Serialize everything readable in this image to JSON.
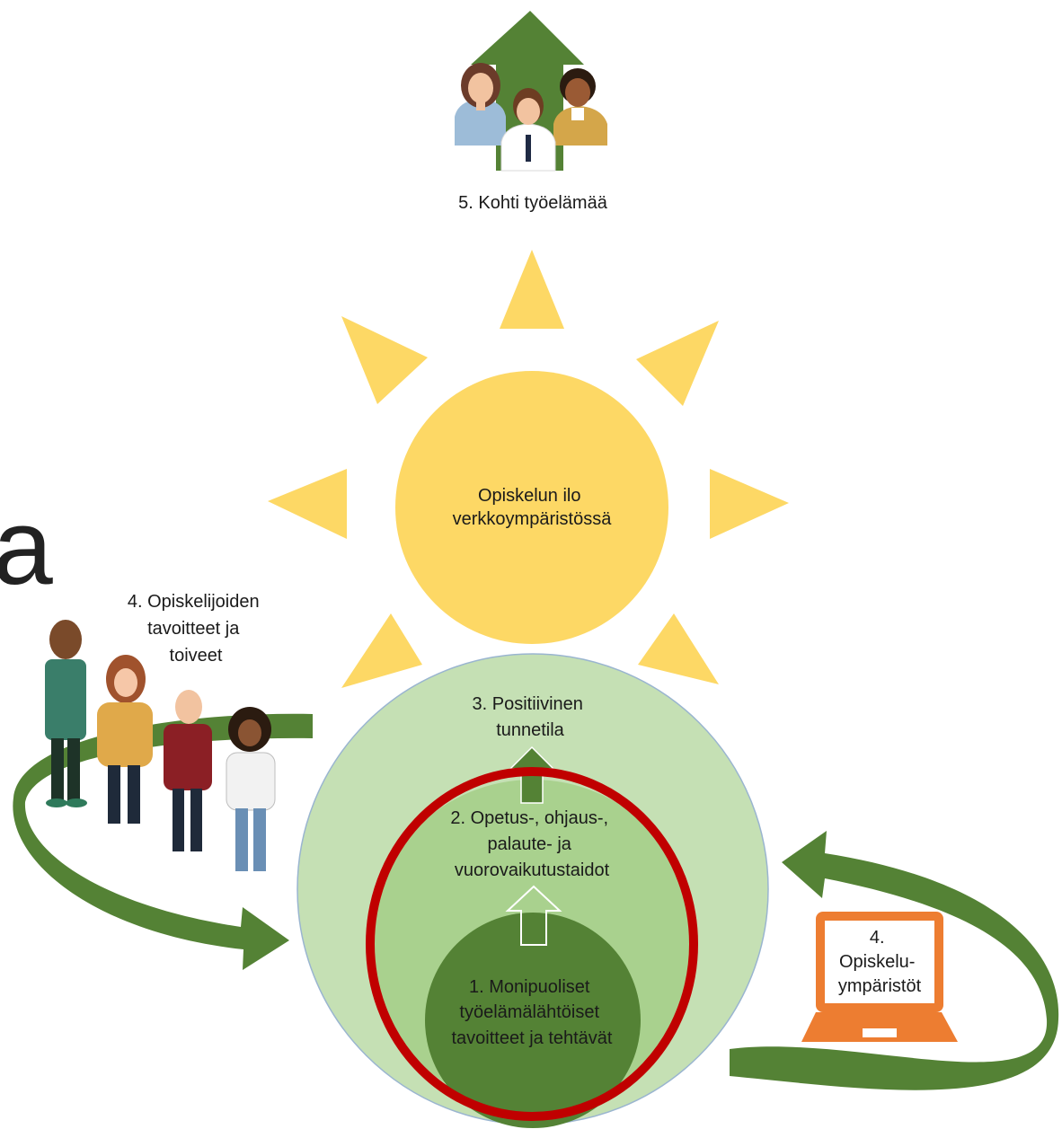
{
  "diagram": {
    "top_label": "5. Kohti työelämää",
    "sun_text": [
      "Opiskelun ilo",
      "verkkoympäristössä"
    ],
    "students_label": [
      "4. Opiskelijoiden",
      "tavoitteet ja",
      "toiveet"
    ],
    "positive_label": [
      "3. Positiivinen",
      "tunnetila"
    ],
    "skills_label": [
      "2. Opetus-, ohjaus-,",
      "palaute- ja",
      "vuorovaikutustaidot"
    ],
    "core_label": [
      "1. Monipuoliset",
      "työelämälähtöiset",
      "tavoitteet ja tehtävät"
    ],
    "laptop_label": [
      "4.",
      "Opiskelu-",
      "ympäristöt"
    ],
    "edge_glyph": "a"
  },
  "colors": {
    "sun": "#fdd865",
    "outer_circle": "#c5e0b4",
    "middle_circle": "#a9d18e",
    "inner_circle": "#548235",
    "ring": "#c00000",
    "arrow_green": "#548235",
    "laptop": "#ed7d31"
  }
}
